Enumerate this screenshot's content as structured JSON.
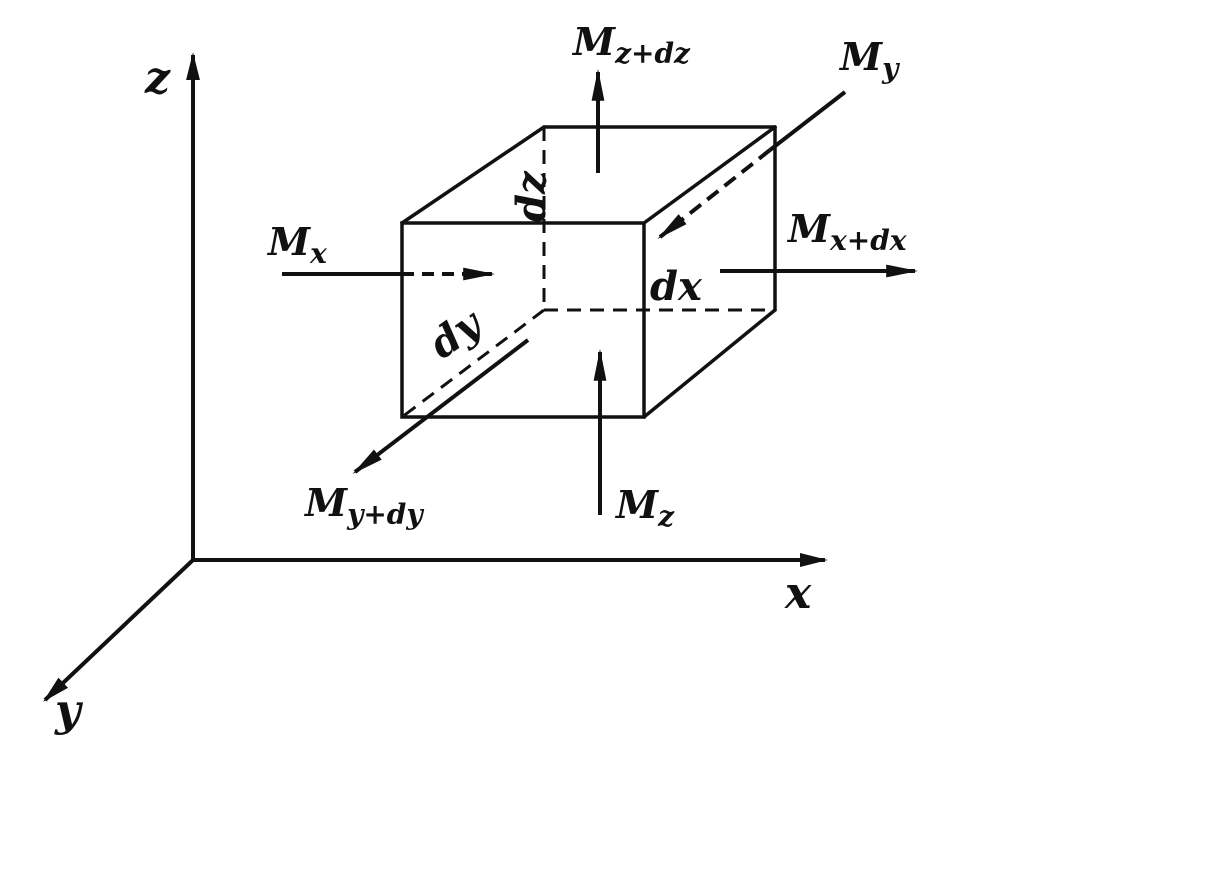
{
  "axes": {
    "x": "x",
    "y": "y",
    "z": "z"
  },
  "differentials": {
    "dx": "dx",
    "dy": "dy",
    "dz": "dz"
  },
  "moments": {
    "mx": {
      "base": "M",
      "sub": "x"
    },
    "mx_dx": {
      "base": "M",
      "sub": "x+dx"
    },
    "my": {
      "base": "M",
      "sub": "y"
    },
    "my_dy": {
      "base": "M",
      "sub": "y+dy"
    },
    "mz": {
      "base": "M",
      "sub": "z"
    },
    "mz_dz": {
      "base": "M",
      "sub": "z+dz"
    }
  }
}
